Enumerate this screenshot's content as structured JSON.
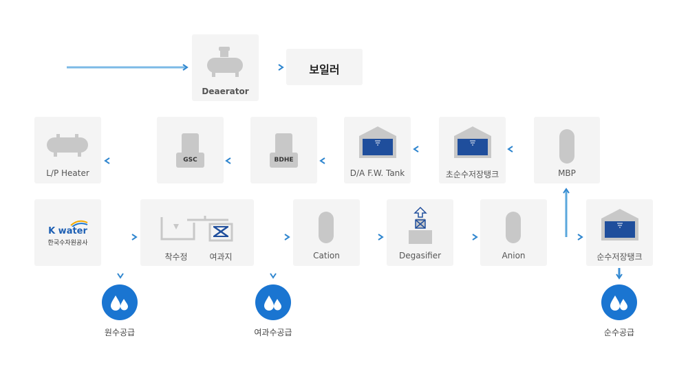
{
  "nodes": {
    "deaerator": "Deaerator",
    "boiler": "보일러",
    "lp_heater": "L/P Heater",
    "gsc": "GSC",
    "gsc_tag": "GSC",
    "bdhe": "BDHE",
    "bdhe_tag": "BDHE",
    "da_tank": "D/A F.W. Tank",
    "ultra_pure_tank": "초순수저장탱크",
    "mbp": "MBP",
    "kwater_logo": "K water",
    "kwater_name": "한국수자원공사",
    "intake": "착수정",
    "filter": "여과지",
    "cation": "Cation",
    "degasifier": "Degasifier",
    "anion": "Anion",
    "pure_tank": "순수저장탱크"
  },
  "outputs": {
    "raw": "원수공급",
    "filtered": "여과수공급",
    "pure": "순수공급"
  },
  "colors": {
    "arrow": "#5aa7dc",
    "tank_blue": "#1f4e9c",
    "drop_circle": "#1a75d1",
    "box_bg": "#f4f4f4",
    "gray_icon": "#c8c8c8"
  },
  "icons": [
    "deaerator-tank-icon",
    "horizontal-tank-icon",
    "column-icon",
    "storage-tank-icon",
    "water-drop-icon",
    "kwater-logo"
  ]
}
